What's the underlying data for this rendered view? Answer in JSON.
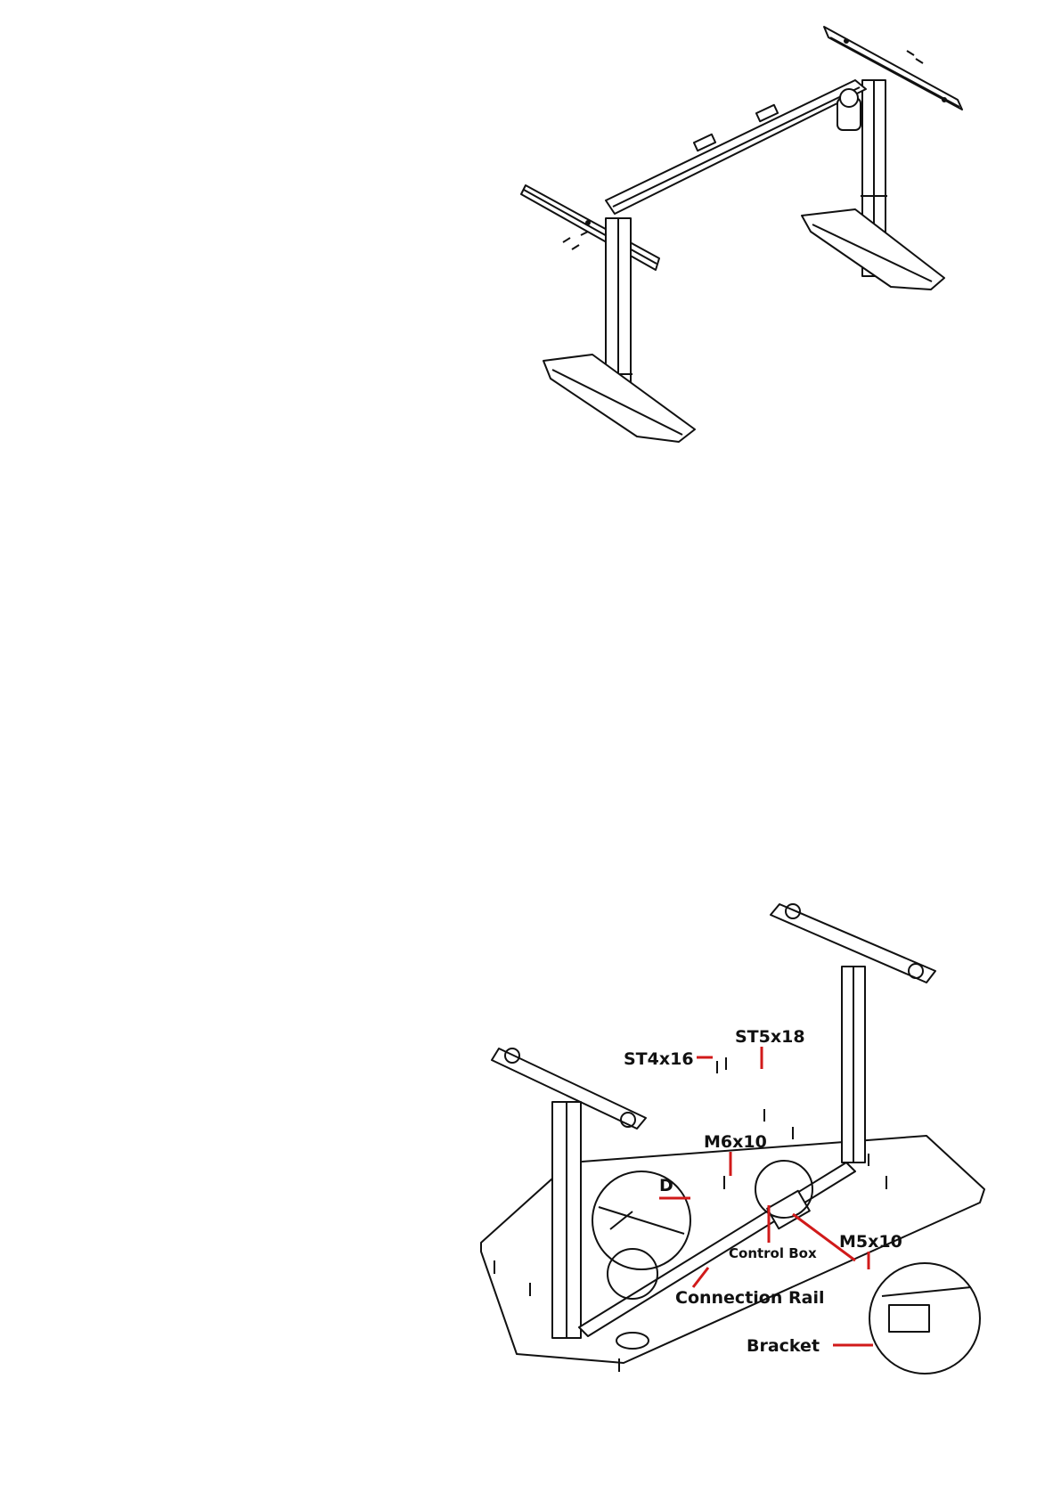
{
  "figures": {
    "top": {
      "parts": [
        "top-bracket-left",
        "top-bracket-right",
        "leg-column-left",
        "leg-column-right",
        "foot-left",
        "foot-right",
        "crossbeam",
        "motor"
      ]
    },
    "bottom": {
      "labels": {
        "st5x18": "ST5x18",
        "st4x16": "ST4x16",
        "m6x10": "M6x10",
        "d": "D",
        "control_box": "Control Box",
        "m5x10": "M5x10",
        "connection_rail": "Connection Rail",
        "bracket": "Bracket"
      },
      "accent_color": "#d11a1a"
    }
  }
}
